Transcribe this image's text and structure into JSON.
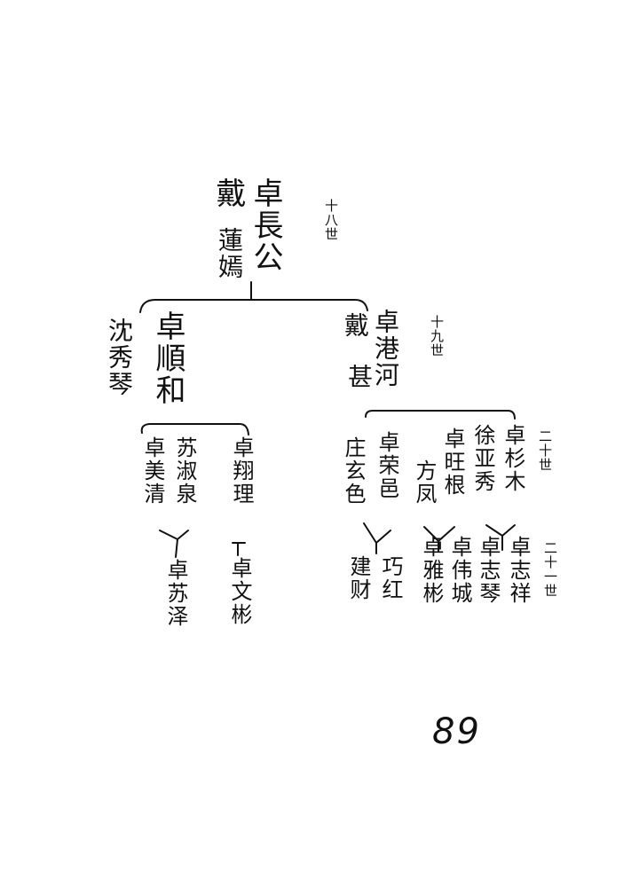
{
  "generations": {
    "g18": "十八世",
    "g19": "十九世",
    "g20": "二十世",
    "g21": "二十一世"
  },
  "root": {
    "name": "卓長公",
    "spouse_name": "戴",
    "spouse_given": "蓮嫣"
  },
  "left_branch": {
    "name": "卓順和",
    "spouse": "沈秀琴",
    "children": [
      {
        "name": "卓美清"
      },
      {
        "name": "苏淑泉",
        "children": [
          "卓苏泽"
        ]
      },
      {
        "name": "卓翔理",
        "children": [
          "卓文彬"
        ]
      }
    ]
  },
  "right_branch": {
    "name": "卓港河",
    "spouse_name": "戴",
    "spouse_given": "甚",
    "children": [
      {
        "name": "卓荣邑",
        "spouse": "庄玄色",
        "children": [
          "建财",
          "巧红"
        ]
      },
      {
        "name": "卓旺根",
        "spouse": "方凤",
        "children": [
          "卓雅彬",
          "卓伟城"
        ]
      },
      {
        "name": "卓杉木",
        "spouse": "徐亚秀",
        "children": [
          "卓志琴",
          "卓志祥"
        ]
      }
    ]
  },
  "page_number": "89"
}
